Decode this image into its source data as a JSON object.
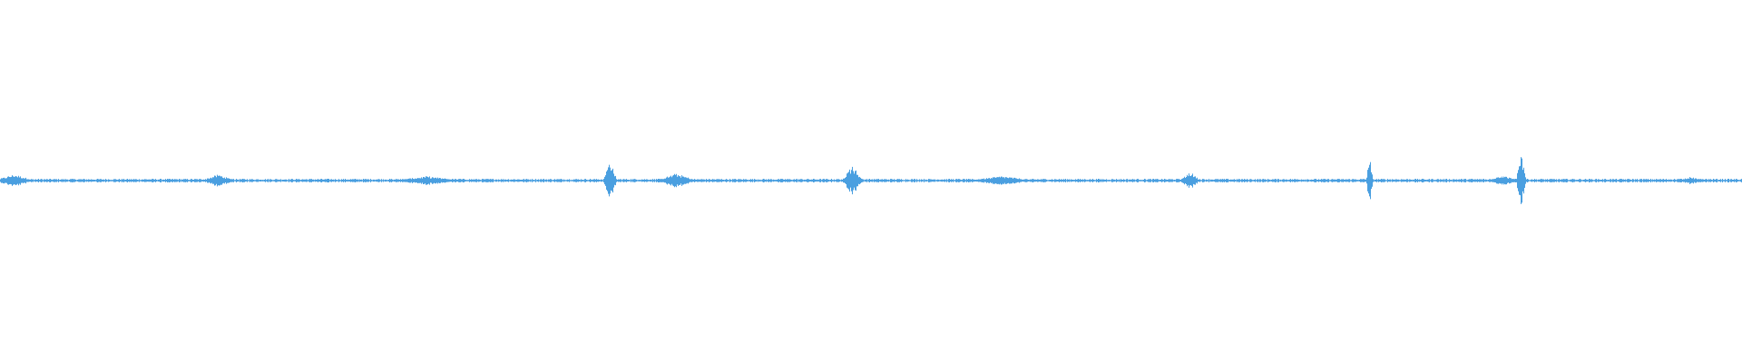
{
  "waveform": {
    "color": "#4a9fe0",
    "background": "#ffffff",
    "baseline_amplitude": 0.01,
    "bursts": [
      {
        "t": 0.008,
        "amp": 0.035,
        "width": 0.012
      },
      {
        "t": 0.125,
        "amp": 0.035,
        "width": 0.01
      },
      {
        "t": 0.245,
        "amp": 0.025,
        "width": 0.02
      },
      {
        "t": 0.35,
        "amp": 0.12,
        "width": 0.004
      },
      {
        "t": 0.388,
        "amp": 0.04,
        "width": 0.012
      },
      {
        "t": 0.489,
        "amp": 0.09,
        "width": 0.006
      },
      {
        "t": 0.575,
        "amp": 0.025,
        "width": 0.02
      },
      {
        "t": 0.683,
        "amp": 0.05,
        "width": 0.006
      },
      {
        "t": 0.786,
        "amp": 0.14,
        "width": 0.002
      },
      {
        "t": 0.862,
        "amp": 0.03,
        "width": 0.01
      },
      {
        "t": 0.873,
        "amp": 0.16,
        "width": 0.003
      },
      {
        "t": 0.97,
        "amp": 0.02,
        "width": 0.01
      }
    ]
  }
}
